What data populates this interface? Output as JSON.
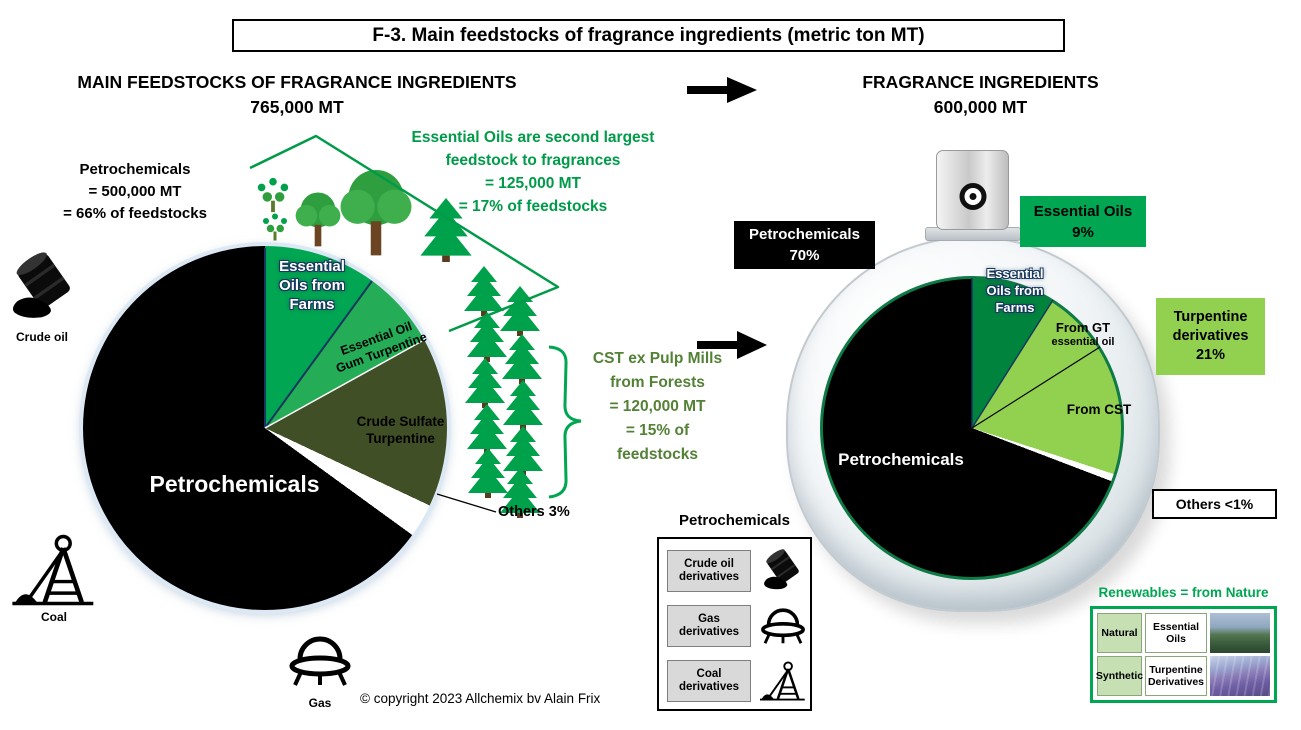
{
  "title": "F-3. Main feedstocks of fragrance ingredients (metric ton MT)",
  "left": {
    "heading": "MAIN FEEDSTOCKS OF FRAGRANCE INGREDIENTS",
    "total": "765,000 MT",
    "petro_note": "Petrochemicals\n= 500,000 MT\n= 66% of feedstocks",
    "eo_annotation": "Essential Oils are second largest\nfeedstock to fragrances\n= 125,000 MT\n= 17% of feedstocks",
    "cst_annotation": "CST ex Pulp Mills\nfrom Forests\n= 120,000 MT\n= 15% of\nfeedstocks",
    "slices": {
      "farms": "Essential\nOils from\nFarms",
      "gum_turpentine": "Essential Oil\nGum Turpentine",
      "cst": "Crude Sulfate\nTurpentine",
      "petro": "Petrochemicals",
      "others": "Others 3%"
    },
    "feedstock_icons": {
      "crude_oil": "Crude oil",
      "coal": "Coal",
      "gas": "Gas"
    }
  },
  "right": {
    "heading": "FRAGRANCE INGREDIENTS",
    "total": "600,000 MT",
    "boxes": {
      "petro": "Petrochemicals\n70%",
      "essential_oils": "Essential Oils\n9%",
      "turpentine": "Turpentine\nderivatives\n21%",
      "others": "Others <1%"
    },
    "slices": {
      "farms": "Essential\nOils from\nFarms",
      "from_gt_1": "From GT",
      "from_gt_2": "essential oil",
      "from_cst": "From CST",
      "petro": "Petrochemicals"
    }
  },
  "petro_legend": {
    "title": "Petrochemicals",
    "items": [
      {
        "label": "Crude oil\nderivatives",
        "icon": "crude-oil-icon"
      },
      {
        "label": "Gas\nderivatives",
        "icon": "gas-burner-icon"
      },
      {
        "label": "Coal\nderivatives",
        "icon": "coal-mine-icon"
      }
    ]
  },
  "renewables": {
    "title": "Renewables = from Nature",
    "rows": [
      {
        "type": "Natural",
        "name": "Essential Oils",
        "photo": "nature-landscape-photo"
      },
      {
        "type": "Synthetic",
        "name": "Turpentine\nDerivatives",
        "photo": "lavender-field-photo"
      }
    ]
  },
  "copyright": "© copyright 2023   Allchemix bv Alain Frix",
  "icons": {
    "crude_oil": "crude-oil-barrel-icon",
    "coal": "coal-mine-headframe-icon",
    "gas": "gas-burner-icon",
    "arrow": "arrow-right-icon",
    "bottle_cap": "perfume-bottle-cap-icon",
    "conifer": "conifer-tree-icon",
    "deciduous": "deciduous-tree-icon",
    "bush": "bush-icon"
  },
  "colors": {
    "accent_green": "#00A651",
    "medium_green": "#24AD56",
    "light_green": "#92D050",
    "dark_olive": "#414F26",
    "dark_green": "#00843D",
    "annotation_green": "#009B48",
    "olive_text_green": "#538135",
    "navy_outline": "#17375E",
    "black": "#000000"
  },
  "chart_data": [
    {
      "type": "pie",
      "title": "MAIN FEEDSTOCKS OF FRAGRANCE INGREDIENTS",
      "total_mt_label": "765,000 MT",
      "total_mt": 765000,
      "slices": [
        {
          "label": "Petrochemicals",
          "mt": 500000,
          "percent": 66,
          "color": "#000000"
        },
        {
          "label": "Essential Oils from Farms",
          "percent_est": 10,
          "color": "#00A651"
        },
        {
          "label": "Essential Oil Gum Turpentine",
          "percent_est": 7,
          "color": "#24AD56"
        },
        {
          "label": "Crude Sulfate Turpentine",
          "mt": 120000,
          "percent": 15,
          "color": "#414F26"
        },
        {
          "label": "Others",
          "percent": 3,
          "color": "#FFFFFF"
        }
      ],
      "annotations": [
        {
          "text": "Essential Oils are second largest feedstock to fragrances = 125,000 MT = 17% of feedstocks",
          "color": "#009B48"
        },
        {
          "text": "CST ex Pulp Mills from Forests = 120,000 MT = 15% of feedstocks",
          "color": "#538135"
        }
      ],
      "legend_note": "Petrochemicals = Crude oil derivatives + Gas derivatives + Coal derivatives"
    },
    {
      "type": "pie",
      "title": "FRAGRANCE INGREDIENTS",
      "total_mt_label": "600,000 MT",
      "total_mt": 600000,
      "slices": [
        {
          "label": "Petrochemicals",
          "percent": 70,
          "color": "#000000"
        },
        {
          "label": "Essential Oils (from Farms)",
          "percent": 9,
          "color": "#00843D"
        },
        {
          "label": "Turpentine derivatives",
          "percent": 21,
          "color": "#92D050",
          "sub_slices": [
            "From GT essential oil",
            "From CST"
          ]
        },
        {
          "label": "Others",
          "percent_label": "<1%",
          "percent_est": 0.8,
          "color": "#FFFFFF"
        }
      ]
    }
  ]
}
